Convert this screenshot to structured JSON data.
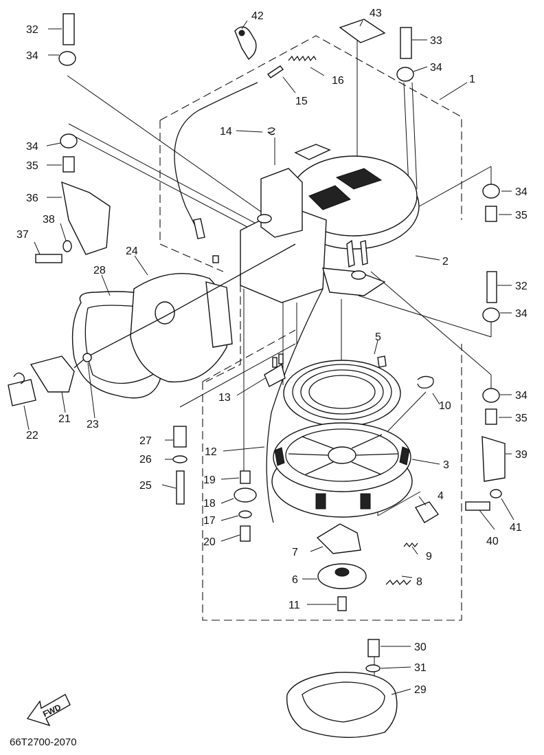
{
  "diagram": {
    "code": "66T2700-2070",
    "fwd_label": "FWD",
    "part_labels": [
      "1",
      "2",
      "3",
      "4",
      "5",
      "6",
      "7",
      "8",
      "9",
      "10",
      "11",
      "12",
      "13",
      "14",
      "15",
      "16",
      "17",
      "18",
      "19",
      "20",
      "21",
      "22",
      "23",
      "24",
      "25",
      "26",
      "27",
      "28",
      "29",
      "30",
      "31",
      "32",
      "33",
      "34",
      "35",
      "36",
      "37",
      "38",
      "39",
      "40",
      "41",
      "42",
      "43"
    ]
  }
}
